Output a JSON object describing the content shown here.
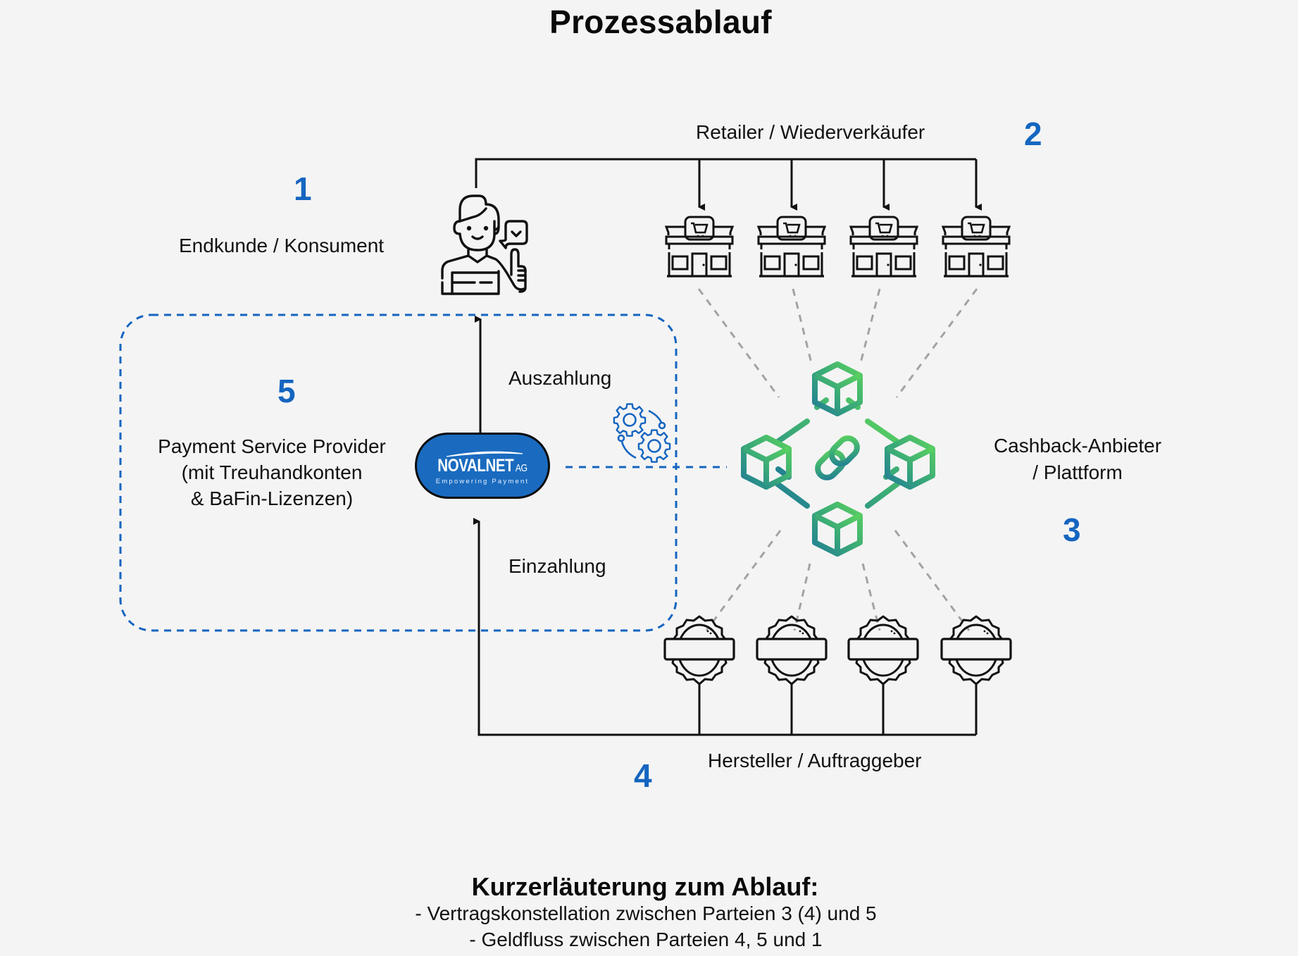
{
  "title": "Prozessablauf",
  "parties": {
    "consumer": {
      "number": "1",
      "label": "Endkunde / Konsument",
      "icon": "customer-thumbs-up-icon"
    },
    "retailer": {
      "number": "2",
      "label": "Retailer / Wiederverkäufer",
      "icon": "store-icon",
      "count": 4
    },
    "cashback": {
      "number": "3",
      "label_line1": "Cashback-Anbieter",
      "label_line2": "/ Plattform",
      "icon": "blockchain-network-icon"
    },
    "manufacturer": {
      "number": "4",
      "label": "Hersteller / Auftraggeber",
      "icon": "quality-badge-icon",
      "count": 4
    },
    "psp": {
      "number": "5",
      "label_line1": "Payment Service Provider",
      "label_line2": "(mit Treuhandkonten",
      "label_line3": "& BaFin-Lizenzen)",
      "logo": {
        "brand": "NOVALNET",
        "suffix": "AG",
        "tagline": "Empowering Payment"
      },
      "icon": "gears-process-icon"
    }
  },
  "flows": {
    "payout": "Auszahlung",
    "deposit": "Einzahlung"
  },
  "summary": {
    "heading": "Kurzerläuterung zum Ablauf:",
    "lines": [
      "- Vertragskonstellation zwischen Parteien 3 (4) und 5",
      "- Geldfluss zwischen Parteien 4, 5 und 1"
    ]
  },
  "colors": {
    "background": "#f4f4f4",
    "accent_blue": "#1565c0",
    "logo_blue": "#1a6bbf",
    "gradient_green": "#5ad15f",
    "gradient_teal": "#217e94",
    "connector_grey": "#a3a3a3",
    "line_black": "#111111"
  }
}
